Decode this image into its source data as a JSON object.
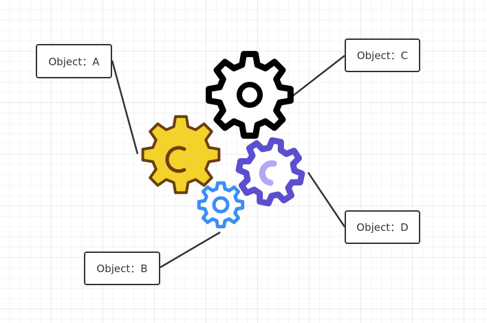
{
  "labels": {
    "a": "Object：A",
    "b": "Object：B",
    "c": "Object：C",
    "d": "Object：D"
  },
  "gears": {
    "a": {
      "icon": "gear-icon",
      "fill": "#f3d22b",
      "outline": "#6b3e0f",
      "inner": "#6b3e0f"
    },
    "b": {
      "icon": "gear-icon",
      "fill": "#ffffff",
      "outline": "#3a8ef6",
      "inner": "#3a8ef6"
    },
    "c": {
      "icon": "gear-icon",
      "fill": "#ffffff",
      "outline": "#000000",
      "inner": "#000000"
    },
    "d": {
      "icon": "gear-icon",
      "fill": "#ffffff",
      "outline": "#5b4fcf",
      "inner": "#b3a8f5"
    }
  },
  "connector_color": "#333333"
}
